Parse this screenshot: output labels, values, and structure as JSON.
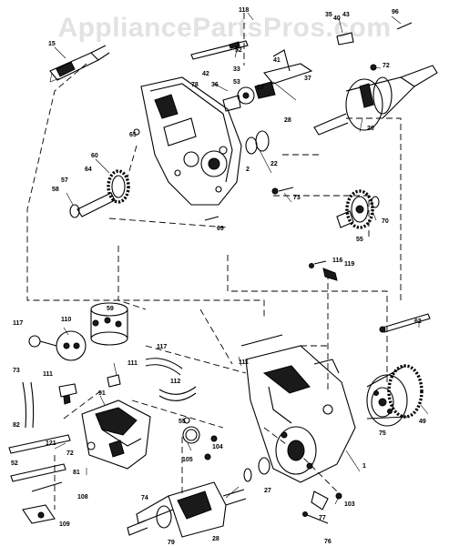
{
  "watermark": "AppliancePartsPros.com",
  "callouts": [
    "118",
    "35",
    "40",
    "43",
    "96",
    "15",
    "52",
    "41",
    "33",
    "37",
    "23",
    "72",
    "42",
    "78",
    "36",
    "53",
    "28",
    "65",
    "20",
    "60",
    "22",
    "2",
    "64",
    "57",
    "73",
    "70",
    "58",
    "69",
    "55",
    "116",
    "119",
    "62",
    "117",
    "110",
    "59",
    "111",
    "117",
    "111",
    "73",
    "111",
    "112",
    "91",
    "82",
    "55",
    "121",
    "72",
    "52",
    "81",
    "108",
    "109",
    "74",
    "104",
    "105",
    "27",
    "1",
    "75",
    "49",
    "103",
    "77",
    "76",
    "28",
    "79"
  ]
}
